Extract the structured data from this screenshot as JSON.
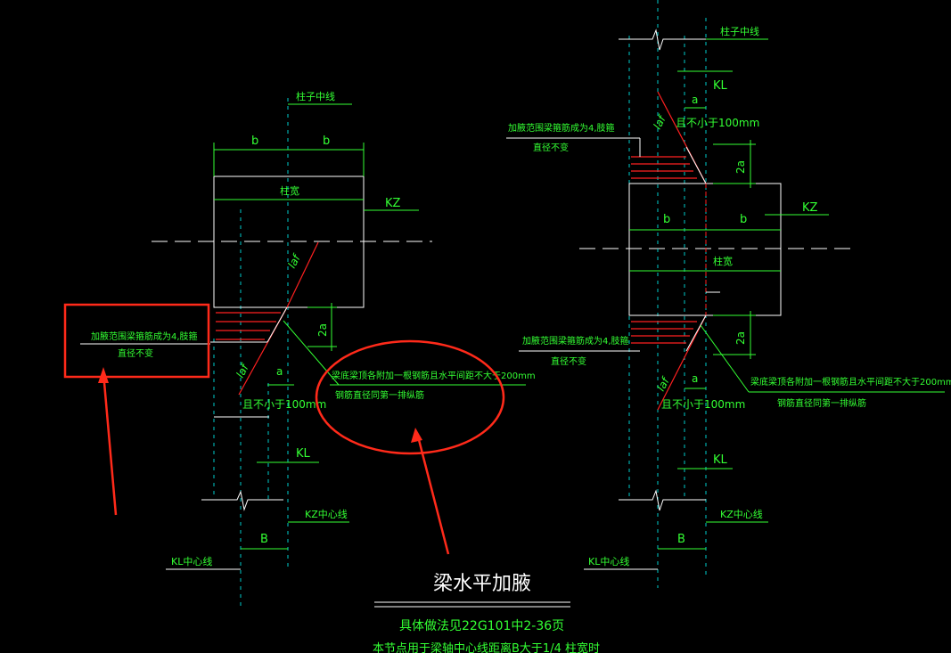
{
  "left_detail": {
    "column_centerline": "柱子中线",
    "dim_b1": "b",
    "dim_b2": "b",
    "column_width": "柱宽",
    "kz": "KZ",
    "laf": "laf",
    "laf_bottom": "laf",
    "dim_2a": "2a",
    "dim_a": "a",
    "min_100": "且不小于100mm",
    "haunch_note_1": "加腋范围梁箍筋成为4,肢箍",
    "haunch_note_2": "直径不变",
    "extra_bar_note_1": "梁底梁顶各附加一根钢筋且水平间距不大于200mm",
    "extra_bar_note_2": "钢筋直径同第一排纵筋",
    "kl": "KL",
    "kz_center": "KZ中心线",
    "dim_B": "B",
    "kl_center": "KL中心线"
  },
  "right_detail": {
    "column_centerline": "柱子中线",
    "kl_top": "KL",
    "dim_a_top": "a",
    "min_100_top": "且不小于100mm",
    "laf_top": "laf",
    "haunch_note_top_1": "加腋范围梁箍筋成为4,肢箍",
    "haunch_note_top_2": "直径不变",
    "dim_2a_top": "2a",
    "kz": "KZ",
    "dim_b1": "b",
    "dim_b2": "b",
    "column_width": "柱宽",
    "haunch_note_bot_1": "加腋范围梁箍筋成为4,肢箍",
    "haunch_note_bot_2": "直径不变",
    "dim_2a_bot": "2a",
    "extra_bar_note_1": "梁底梁顶各附加一根钢筋且水平间距不大于200mm",
    "extra_bar_note_2": "钢筋直径同第一排纵筋",
    "laf_bot": "laf",
    "dim_a_bot": "a",
    "min_100_bot": "且不小于100mm",
    "kl_bot": "KL",
    "kz_center": "KZ中心线",
    "dim_B": "B",
    "kl_center": "KL中心线"
  },
  "title": {
    "main": "梁水平加腋",
    "ref": "具体做法见22G101中2-36页",
    "note_cut": "本节点用于梁轴中心线距离B大于1/4 柱宽时"
  },
  "annotation_color": "#ff2a1a"
}
